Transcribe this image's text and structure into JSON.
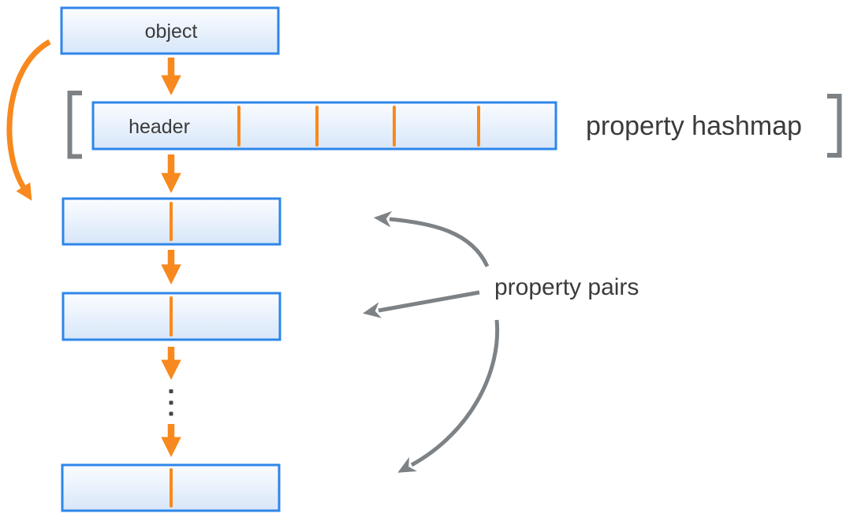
{
  "labels": {
    "object": "object",
    "header": "header",
    "property_hashmap": "property hashmap",
    "property_pairs": "property pairs"
  },
  "structure": {
    "hashmap_cell_count": 5,
    "hashmap_divider_count": 4,
    "visible_property_pair_boxes": 3,
    "ellipsis_dot_count": 3
  },
  "colors": {
    "background": "#FFFFFF",
    "box_border": "#2E86E9",
    "box_fill_top": "#FBFDFF",
    "box_fill_bottom": "#D7E6F9",
    "arrow_orange": "#F7891E",
    "arrow_gray": "#7D8286",
    "bracket_gray": "#7D8286",
    "label_text": "#3B3B3B",
    "ellipsis_dot": "#454545"
  }
}
